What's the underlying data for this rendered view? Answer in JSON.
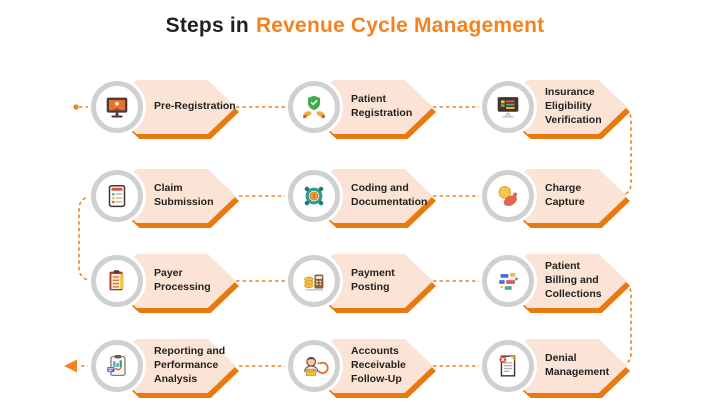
{
  "title": {
    "prefix": "Steps in",
    "highlight": "Revenue Cycle Management"
  },
  "colors": {
    "accent_orange": "#F5821F",
    "box_fill": "#FBE4D5",
    "box_shadow_orange": "#E8790F",
    "connector_orange": "#EF8420",
    "icon_ring_gray": "#D0D0D0",
    "title_dark": "#221F1F"
  },
  "flow": {
    "start_marker": "dot",
    "end_marker": "left-arrow",
    "pattern": "dashed-snake"
  },
  "steps": [
    {
      "label": "Pre-Registration",
      "icon": "pre-registration-monitor"
    },
    {
      "label": "Patient\nRegistration",
      "icon": "hands-shield"
    },
    {
      "label": "Insurance\nEligibility\nVerification",
      "icon": "verification-monitor"
    },
    {
      "label": "Charge\nCapture",
      "icon": "hand-coin"
    },
    {
      "label": "Coding and\nDocumentation",
      "icon": "gear-coin"
    },
    {
      "label": "Claim\nSubmission",
      "icon": "claim-form"
    },
    {
      "label": "Payer\nProcessing",
      "icon": "checklist-clipboard"
    },
    {
      "label": "Payment\nPosting",
      "icon": "cash-calculator"
    },
    {
      "label": "Patient\nBilling and\nCollections",
      "icon": "billing-blocks"
    },
    {
      "label": "Denial\nManagement",
      "icon": "denied-document"
    },
    {
      "label": "Accounts\nReceivable\nFollow-Up",
      "icon": "person-envelope-arrow"
    },
    {
      "label": "Reporting and\nPerformance\nAnalysis",
      "icon": "report-clipboard"
    }
  ]
}
